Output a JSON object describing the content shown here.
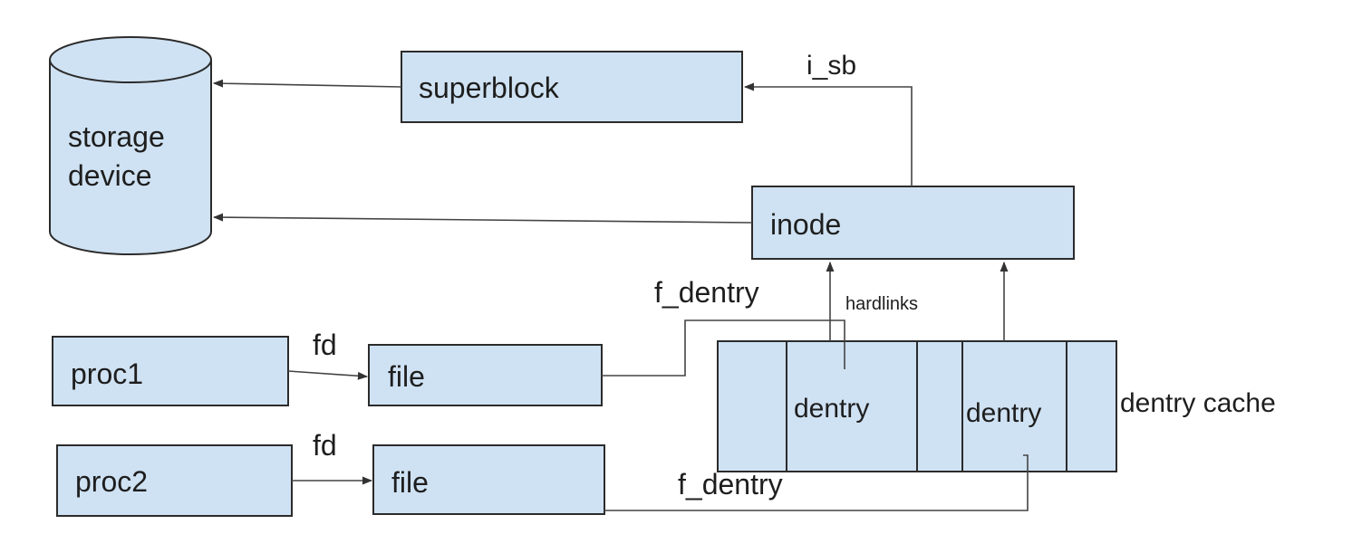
{
  "nodes": {
    "storage_line1": "storage",
    "storage_line2": "device",
    "superblock": "superblock",
    "inode": "inode",
    "proc1": "proc1",
    "proc2": "proc2",
    "file1": "file",
    "file2": "file",
    "dentry1": "dentry",
    "dentry2": "dentry",
    "dentry_cache": "dentry cache"
  },
  "edges": {
    "i_sb": "i_sb",
    "f_dentry_top": "f_dentry",
    "f_dentry_bottom": "f_dentry",
    "hardlinks": "hardlinks",
    "fd_top": "fd",
    "fd_bottom": "fd"
  },
  "colors": {
    "box_fill": "#cfe2f3",
    "box_stroke": "#2b2b2b",
    "line": "#444444"
  }
}
